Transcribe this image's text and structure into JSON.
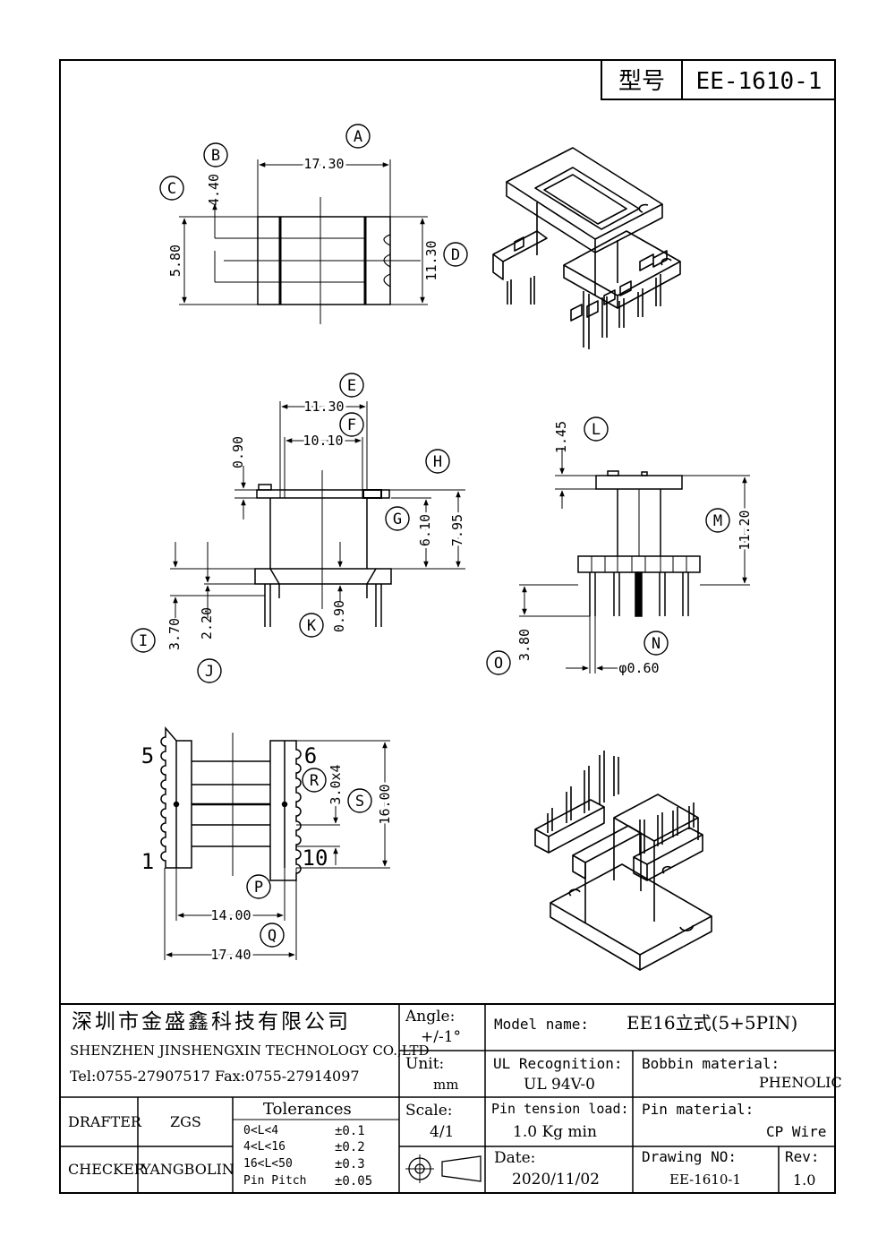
{
  "header": {
    "label": "型号",
    "value": "EE-1610-1"
  },
  "callouts": [
    "A",
    "B",
    "C",
    "D",
    "E",
    "F",
    "G",
    "H",
    "I",
    "J",
    "K",
    "L",
    "M",
    "N",
    "O",
    "P",
    "Q",
    "R",
    "S"
  ],
  "dimensions": {
    "top_width": "17.30",
    "top_depth": "11.30",
    "top_c": "5.80",
    "top_b": "4.40",
    "front_e": "11.30",
    "front_f": "10.10",
    "front_h": "0.90",
    "front_g": "6.10",
    "front_total": "7.95",
    "front_i": "3.70",
    "front_j": "2.20",
    "front_k": "0.90",
    "side_l": "1.45",
    "side_m": "11.20",
    "side_o": "3.80",
    "side_n": "φ0.60",
    "bottom_r": "3.0x4",
    "bottom_s": "16.00",
    "bottom_p": "14.00",
    "bottom_q": "17.40"
  },
  "pins": {
    "p5": "5",
    "p6": "6",
    "p1": "1",
    "p10": "10"
  },
  "title_block": {
    "company_cn": "深圳市金盛鑫科技有限公司",
    "company_en": "SHENZHEN JINSHENGXIN TECHNOLOGY CO.,LTD",
    "contact": "Tel:0755-27907517  Fax:0755-27914097",
    "angle_label": "Angle:",
    "angle_value": "+/-1°",
    "model_label": "Model name:",
    "model_value": "EE16立式(5+5PIN)",
    "unit_label": "Unit:",
    "unit_value": "mm",
    "ul_label": "UL Recognition:",
    "ul_value": "UL 94V-0",
    "bobbin_label": "Bobbin material:",
    "bobbin_value": "PHENOLIC",
    "drafter_label": "DRAFTER",
    "drafter_value": "ZGS",
    "checker_label": "CHECKER",
    "checker_value": "YANGBOLIN",
    "tolerances_title": "Tolerances",
    "tolerances": [
      {
        "range": "0<L<4",
        "value": "±0.1"
      },
      {
        "range": "4<L<16",
        "value": "±0.2"
      },
      {
        "range": "16<L<50",
        "value": "±0.3"
      },
      {
        "range": "Pin Pitch",
        "value": "±0.05"
      }
    ],
    "scale_label": "Scale:",
    "scale_value": "4/1",
    "pin_tension_label": "Pin tension load:",
    "pin_tension_value": "1.0 Kg min",
    "pin_material_label": "Pin material:",
    "pin_material_value": "CP Wire",
    "date_label": "Date:",
    "date_value": "2020/11/02",
    "drawing_no_label": "Drawing NO:",
    "drawing_no_value": "EE-1610-1",
    "rev_label": "Rev:",
    "rev_value": "1.0"
  }
}
